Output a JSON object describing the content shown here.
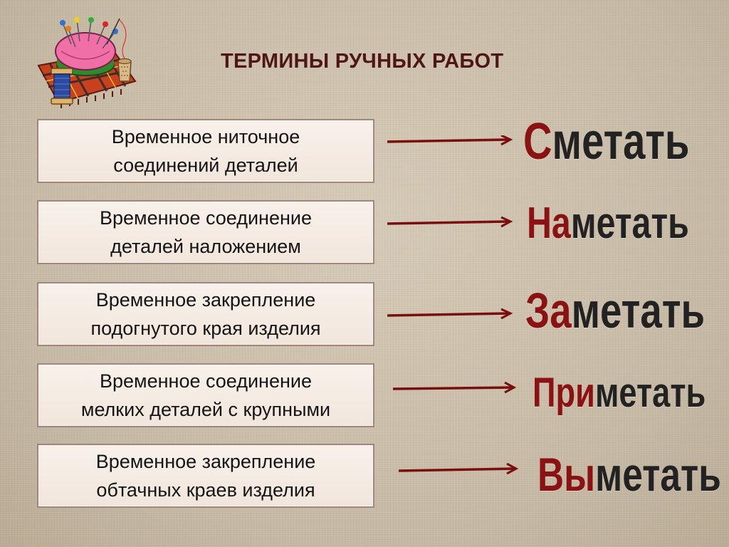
{
  "title": "ТЕРМИНЫ РУЧНЫХ РАБОТ",
  "rows": [
    {
      "definition_line1": "Временное ниточное",
      "definition_line2": "соединений деталей",
      "term_prefix": "С",
      "term_rest": "метать"
    },
    {
      "definition_line1": "Временное соединение",
      "definition_line2": "деталей наложением",
      "term_prefix": "На",
      "term_rest": "метать"
    },
    {
      "definition_line1": "Временное закрепление",
      "definition_line2": "подогнутого края изделия",
      "term_prefix": "За",
      "term_rest": "метать"
    },
    {
      "definition_line1": "Временное соединение",
      "definition_line2": "мелких деталей с крупными",
      "term_prefix": "При",
      "term_rest": "метать"
    },
    {
      "definition_line1": "Временное закрепление",
      "definition_line2": "обтачных краев изделия",
      "term_prefix": "Вы",
      "term_rest": "метать"
    }
  ],
  "colors": {
    "title": "#4f1616",
    "prefix": "#8a1212",
    "arrow": "#7a0d0d",
    "box_border": "#a1877b",
    "box_fill": "#f4ebe2"
  },
  "icons": {
    "logo": "sewing-kit-icon",
    "arrow": "right-arrow-icon"
  }
}
